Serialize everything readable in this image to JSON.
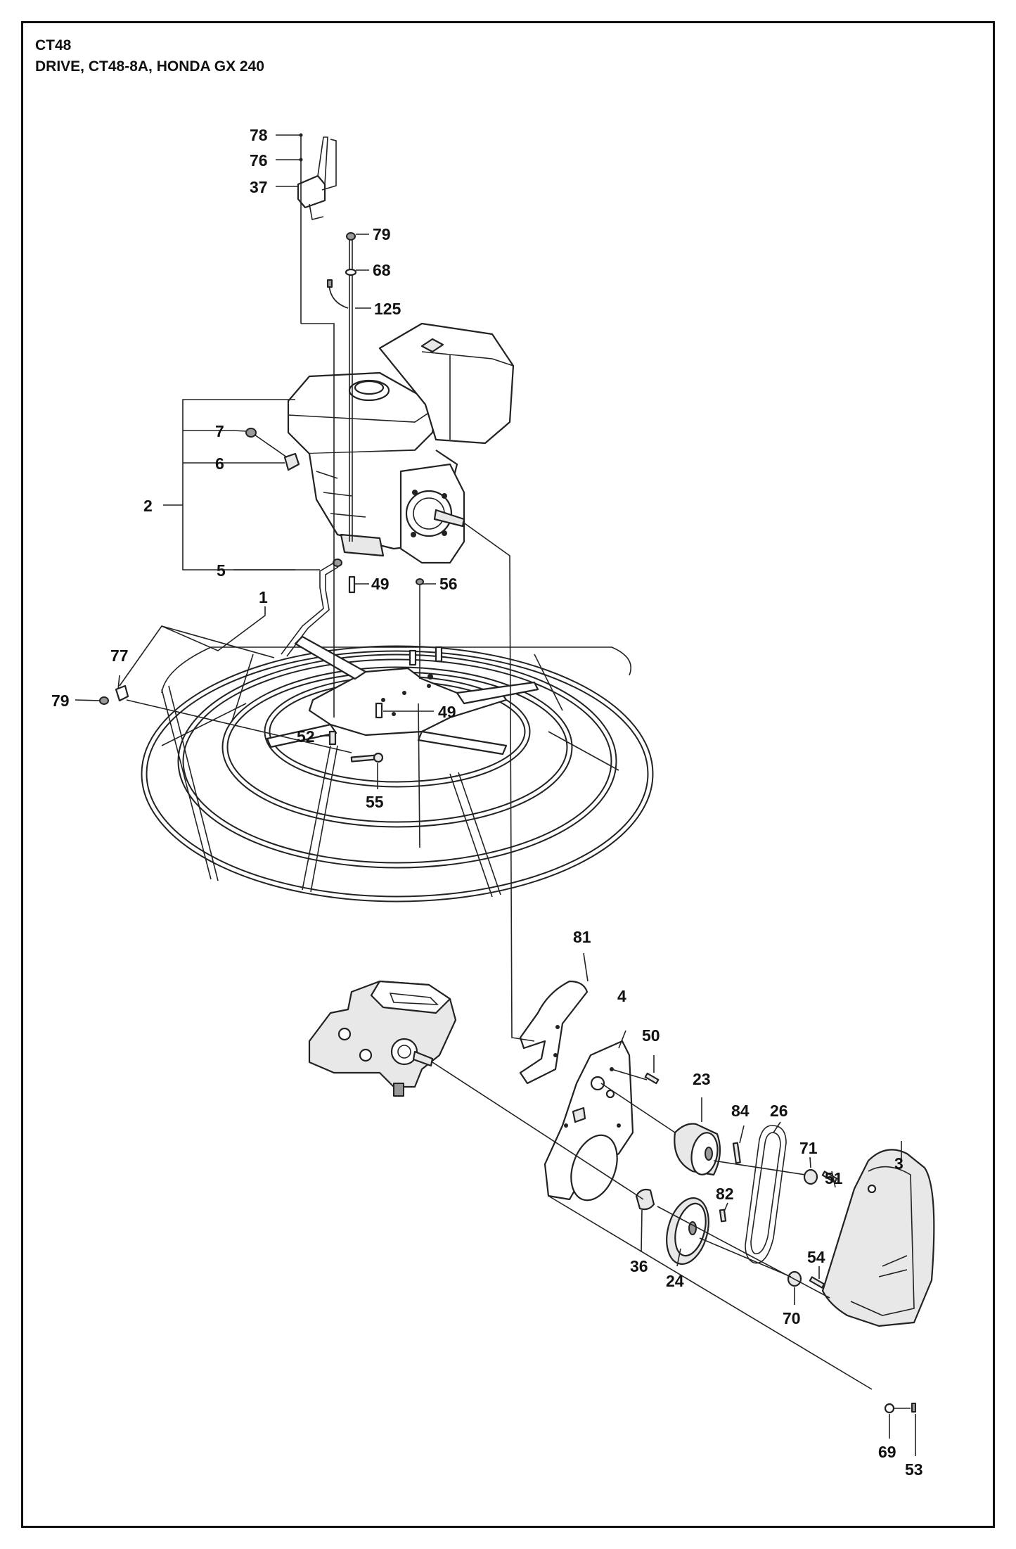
{
  "header": {
    "model": "CT48",
    "title": "DRIVE, CT48-8A, HONDA GX 240"
  },
  "callouts": {
    "c78": "78",
    "c76": "76",
    "c37": "37",
    "c79a": "79",
    "c68": "68",
    "c125": "125",
    "c7": "7",
    "c6": "6",
    "c2": "2",
    "c5": "5",
    "c49a": "49",
    "c56": "56",
    "c1": "1",
    "c77": "77",
    "c79b": "79",
    "c49b": "49",
    "c52": "52",
    "c55": "55",
    "c81": "81",
    "c4": "4",
    "c50": "50",
    "c23": "23",
    "c84": "84",
    "c26": "26",
    "c71": "71",
    "c51": "51",
    "c3": "3",
    "c82": "82",
    "c36": "36",
    "c24": "24",
    "c54": "54",
    "c70": "70",
    "c69": "69",
    "c53": "53"
  }
}
